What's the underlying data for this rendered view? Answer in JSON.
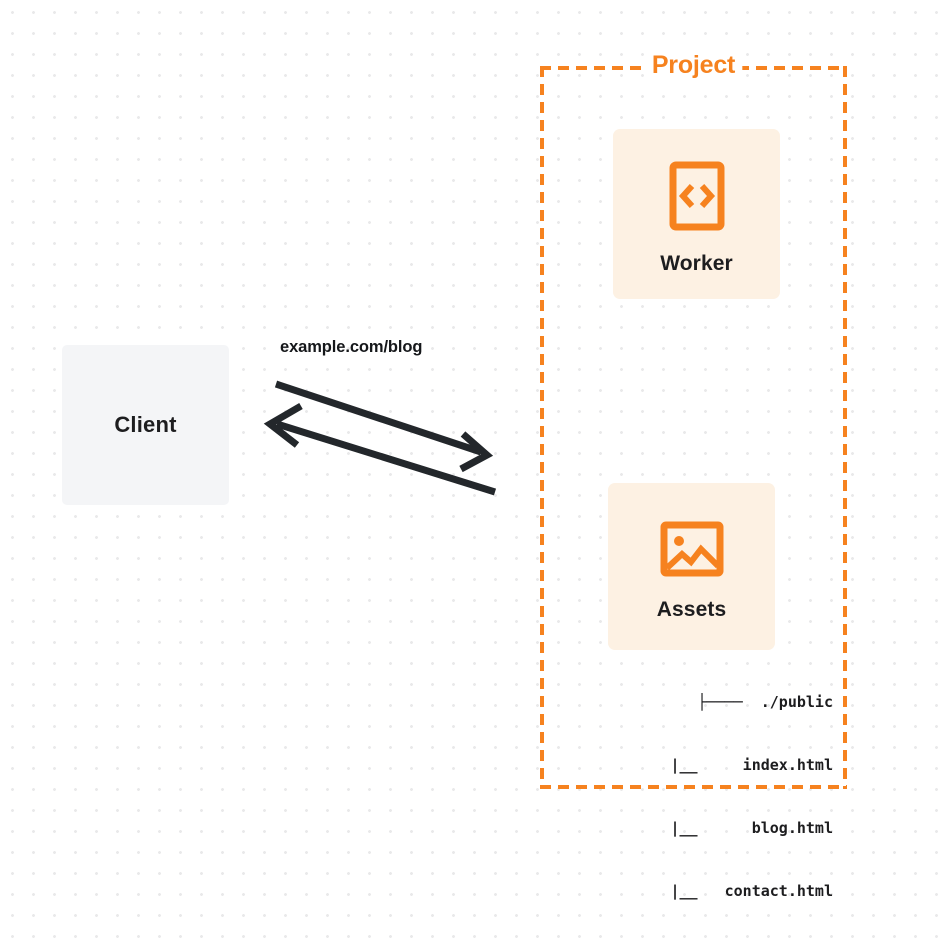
{
  "diagram": {
    "title": "Worker and Assets project request flow",
    "background": {
      "style": "dot-grid",
      "dot_color": "#e9e9ea",
      "page_color": "#ffffff"
    },
    "colors": {
      "accent_orange": "#f6821f",
      "card_background": "#fdf1e3",
      "client_background": "#f4f5f7",
      "text_dark": "#1d1d1f",
      "arrow": "#23272b"
    },
    "client": {
      "label": "Client",
      "icon": "client-box"
    },
    "connection": {
      "label": "example.com/blog",
      "request_arrow": "arrow-right",
      "response_arrow": "arrow-left"
    },
    "project": {
      "title": "Project",
      "border_style": "dashed",
      "nodes": [
        {
          "id": "worker",
          "label": "Worker",
          "icon": "code-file-icon"
        },
        {
          "id": "assets",
          "label": "Assets",
          "icon": "image-icon"
        }
      ],
      "file_tree": [
        {
          "prefix": "├──── ",
          "name": "./public"
        },
        {
          "prefix": "|__ ",
          "name": "index.html"
        },
        {
          "prefix": "|__ ",
          "name": "blog.html"
        },
        {
          "prefix": "|__ ",
          "name": "contact.html"
        }
      ],
      "file_tree_lines": [
        "├────  ./public",
        "|__     index.html",
        "|__      blog.html",
        "|__   contact.html"
      ]
    }
  }
}
